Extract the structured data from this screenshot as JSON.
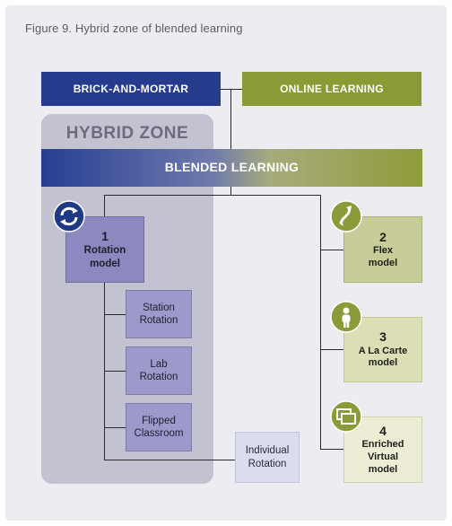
{
  "figure": {
    "title": "Figure 9. Hybrid zone of blended learning"
  },
  "hybrid_zone": {
    "label": "HYBRID ZONE"
  },
  "bars": {
    "brick_and_mortar": "BRICK-AND-MORTAR",
    "online_learning": "ONLINE LEARNING",
    "blended_learning": "BLENDED LEARNING"
  },
  "models": {
    "rotation": {
      "number": "1",
      "name": "Rotation model"
    },
    "flex": {
      "number": "2",
      "name": "Flex model"
    },
    "a_la_carte": {
      "number": "3",
      "name": "A La Carte model"
    },
    "enriched_virtual": {
      "number": "4",
      "name": "Enriched Virtual model"
    }
  },
  "rotation_types": {
    "station": "Station Rotation",
    "lab": "Lab Rotation",
    "flipped": "Flipped Classroom",
    "individual": "Individual Rotation"
  },
  "icons": {
    "rotation": "refresh-icon",
    "flex": "flex-icon",
    "a_la_carte": "person-icon",
    "enriched_virtual": "windows-icon"
  },
  "colors": {
    "brick_and_mortar": "#273b8c",
    "online_learning": "#8b9a34",
    "hybrid_zone": "#c3c2d0",
    "rotation_model": "#8b89bf",
    "flex_model": "#c8cc98"
  }
}
